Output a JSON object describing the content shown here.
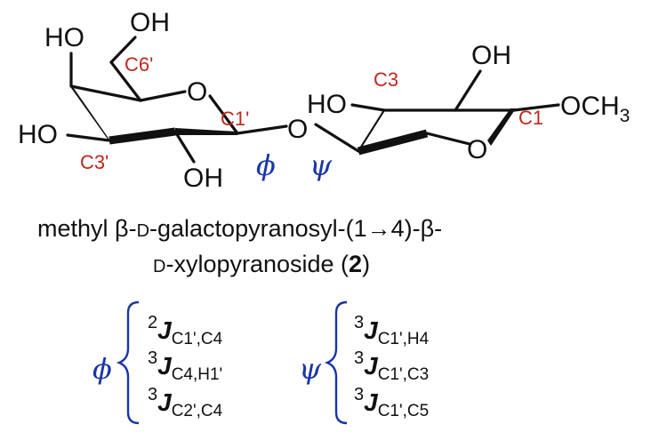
{
  "colors": {
    "carbon_label": "#c0281e",
    "angle": "#1a35a8",
    "ink": "#111111"
  },
  "atoms": {
    "ho_top": "HO",
    "oh_c6": "OH",
    "o_ring_gal": "O",
    "ho_left": "HO",
    "oh_bottom": "OH",
    "o_link": "O",
    "ho_c3": "HO",
    "oh_top_right": "OH",
    "o_ring_xyl": "O",
    "och3_o": "OCH",
    "och3_sub": "3"
  },
  "carbons": {
    "c6p": "C6'",
    "c1p": "C1'",
    "c3p": "C3'",
    "c3": "C3",
    "c1": "C1"
  },
  "angles": {
    "phi": "ϕ",
    "psi": "ψ"
  },
  "caption": {
    "line1_a": "methyl ",
    "line1_beta": "β",
    "line1_b": "-",
    "line1_d": "D",
    "line1_c": "-galactopyranosyl-(1",
    "line1_arrow": "→",
    "line1_e": "4)-",
    "line1_beta2": "β",
    "line1_f": "-",
    "line2_d": "D",
    "line2_a": "-xylopyranoside (",
    "line2_num": "2",
    "line2_b": ")"
  },
  "couplings": {
    "phi_group": [
      {
        "order": "2",
        "symbol": "J",
        "sub": "C1',C4"
      },
      {
        "order": "3",
        "symbol": "J",
        "sub": "C4,H1'"
      },
      {
        "order": "3",
        "symbol": "J",
        "sub": "C2',C4"
      }
    ],
    "psi_group": [
      {
        "order": "3",
        "symbol": "J",
        "sub": "C1',H4"
      },
      {
        "order": "3",
        "symbol": "J",
        "sub": "C1',C3"
      },
      {
        "order": "3",
        "symbol": "J",
        "sub": "C1',C5"
      }
    ]
  }
}
